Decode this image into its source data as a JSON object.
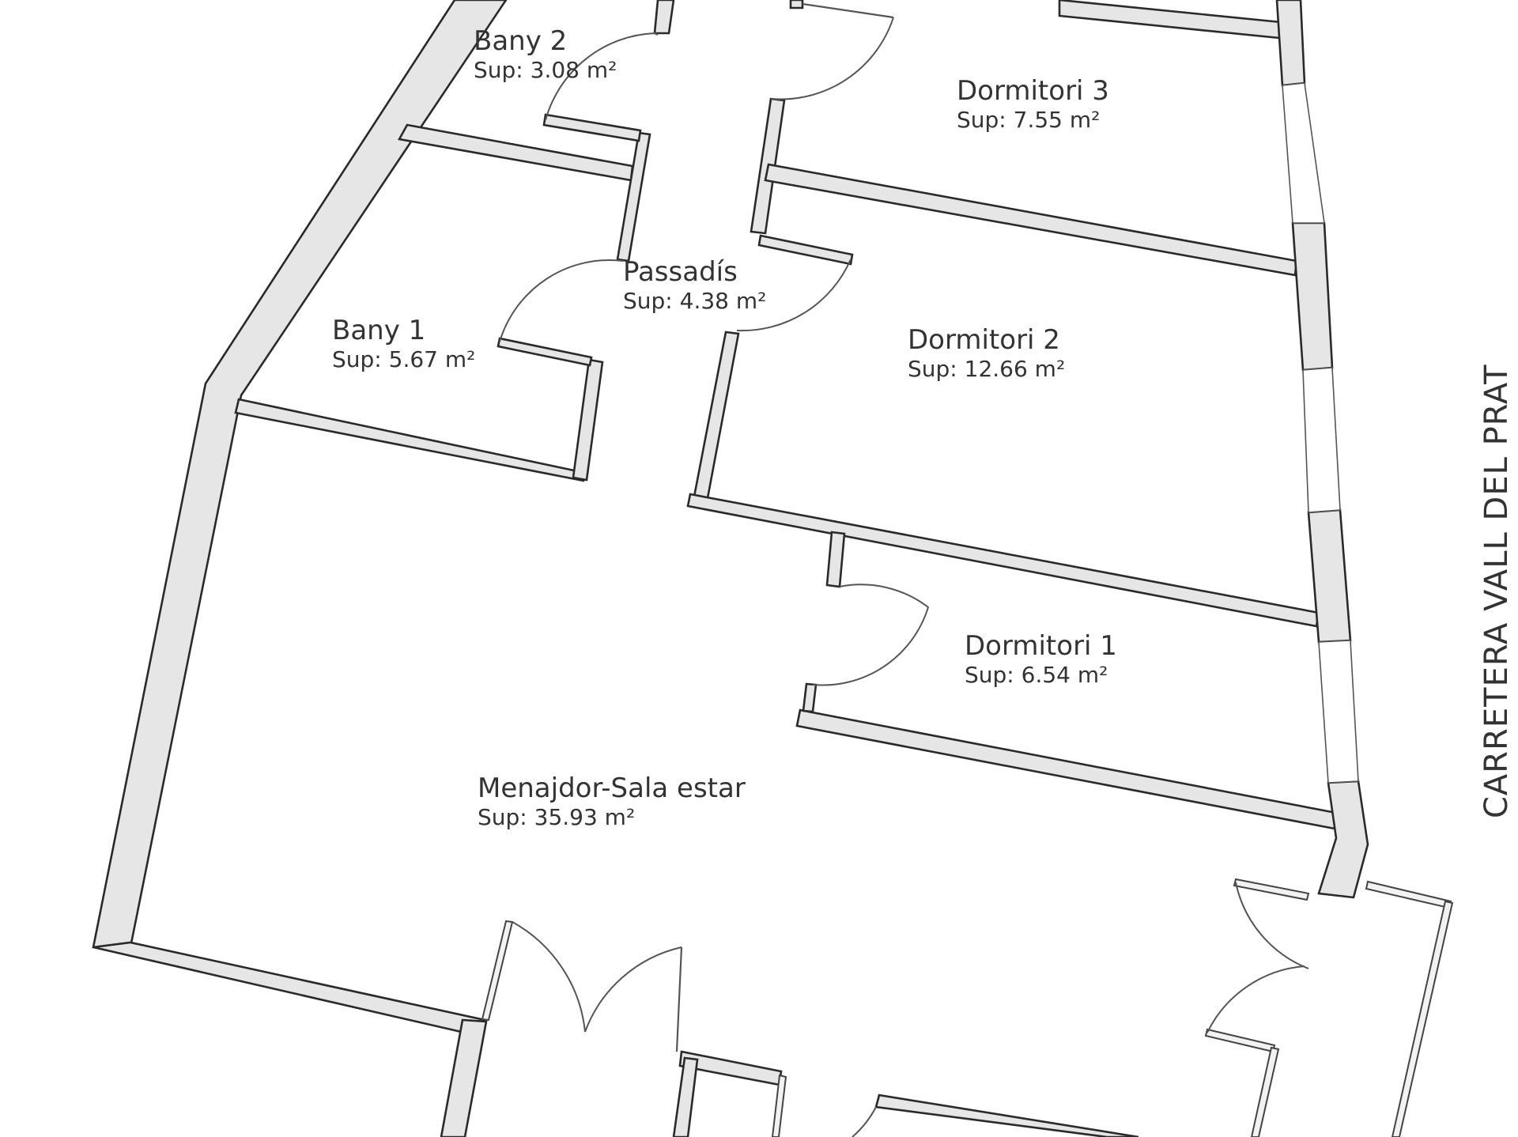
{
  "plan": {
    "rooms": [
      {
        "id": "bany-2",
        "name": "Bany 2",
        "area": "Sup: 3.08 m²"
      },
      {
        "id": "dormitori-3",
        "name": "Dormitori 3",
        "area": "Sup: 7.55 m²"
      },
      {
        "id": "passadis",
        "name": "Passadís",
        "area": "Sup: 4.38 m²"
      },
      {
        "id": "bany-1",
        "name": "Bany 1",
        "area": "Sup: 5.67 m²"
      },
      {
        "id": "dormitori-2",
        "name": "Dormitori 2",
        "area": "Sup: 12.66 m²"
      },
      {
        "id": "dormitori-1",
        "name": "Dormitori 1",
        "area": "Sup: 6.54 m²"
      },
      {
        "id": "menjador",
        "name": "Menajdor-Sala estar",
        "area": "Sup: 35.93 m²"
      }
    ],
    "street_label": "CARRETERA VALL DEL PRAT",
    "colors": {
      "wall_fill": "#e6e6e6",
      "wall_stroke": "#2a2a2a",
      "text": "#333333",
      "background": "#ffffff"
    }
  }
}
